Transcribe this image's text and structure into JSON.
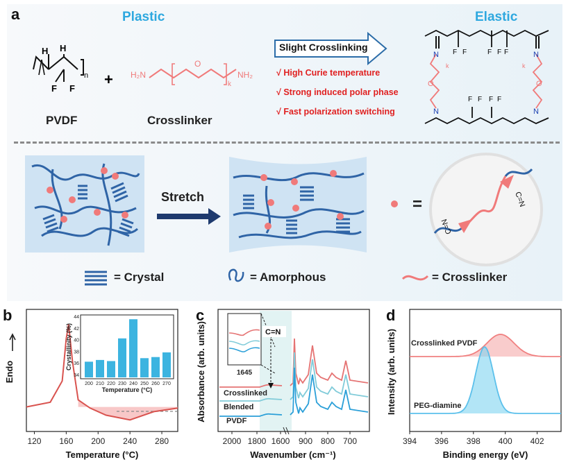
{
  "panel_a": {
    "label": "a",
    "plastic_title": "Plastic",
    "elastic_title": "Elastic",
    "pvdf_label": "PVDF",
    "crosslinker_label": "Crosslinker",
    "plus": "+",
    "arrow_label": "Slight Crosslinking",
    "benefits": [
      "√ High Curie temperature",
      "√ Strong induced polar phase",
      "√ Fast polarization switching"
    ],
    "stretch_label": "Stretch",
    "equals": "=",
    "legend": [
      "= Crystal",
      "= Amorphous",
      "= Crosslinker"
    ],
    "chem": {
      "H": "H",
      "F": "F",
      "n": "n",
      "O": "O",
      "k": "k",
      "N": "N",
      "H2N": "H₂N",
      "NH2": "NH₂",
      "CN": "C=N"
    }
  },
  "panel_b": {
    "label": "b",
    "ylabel": "Endo",
    "xlabel": "Temperature (°C)",
    "xticks": [
      "120",
      "160",
      "200",
      "240",
      "280"
    ],
    "inset": {
      "ylabel": "Crystallinity (%)",
      "xlabel": "Temperature (°C)",
      "yticks": [
        "34",
        "36",
        "38",
        "40",
        "42",
        "44"
      ],
      "categories": [
        "200",
        "210",
        "220",
        "230",
        "240",
        "250",
        "260",
        "270"
      ]
    }
  },
  "panel_c": {
    "label": "c",
    "ylabel": "Absorbance (arb. units)",
    "xlabel": "Wavenumber (cm⁻¹)",
    "xticks": [
      "2000",
      "1800",
      "1600",
      "900",
      "800",
      "700"
    ],
    "annotation": "C=N",
    "inset_label": "1645",
    "series_labels": [
      "Crosslinked",
      "Blended",
      "PVDF"
    ]
  },
  "panel_d": {
    "label": "d",
    "ylabel": "Intensity (arb. units)",
    "xlabel": "Binding energy (eV)",
    "xticks": [
      "394",
      "396",
      "398",
      "400",
      "402"
    ],
    "series_labels": [
      "Crosslinked PVDF",
      "PEG-diamine"
    ]
  },
  "chart_data": [
    {
      "type": "line",
      "xlabel": "Temperature (°C)",
      "ylabel": "Endo",
      "xlim": [
        110,
        300
      ],
      "series": [
        {
          "x": [
            110,
            140,
            155,
            160,
            163,
            168,
            175,
            190,
            210,
            240,
            270,
            300
          ],
          "values": [
            0.1,
            0.3,
            1.2,
            3.0,
            3.6,
            2.0,
            0.4,
            0.05,
            -0.25,
            -0.45,
            -0.1,
            0.05
          ]
        }
      ],
      "colors": [
        "#d9534f"
      ]
    },
    {
      "type": "bar",
      "xlabel": "Temperature (°C)",
      "ylabel": "Crystallinity (%)",
      "categories": [
        "200",
        "210",
        "220",
        "230",
        "240",
        "250",
        "260",
        "270"
      ],
      "values": [
        36.2,
        36.5,
        36.3,
        40.2,
        43.5,
        36.8,
        37.0,
        37.8
      ],
      "ylim": [
        33.5,
        44
      ]
    },
    {
      "type": "line",
      "xlabel": "Wavenumber (cm⁻¹)",
      "ylabel": "Absorbance (arb. units)",
      "series": [
        {
          "name": "Crosslinked"
        },
        {
          "name": "Blended"
        },
        {
          "name": "PVDF"
        }
      ],
      "colors": [
        "#e57373",
        "#80cbd9",
        "#2a9fd8"
      ]
    },
    {
      "type": "area",
      "xlabel": "Binding energy (eV)",
      "ylabel": "Intensity (arb. units)",
      "xlim": [
        394,
        403.5
      ],
      "series": [
        {
          "name": "Crosslinked PVDF",
          "peak": 399.7
        },
        {
          "name": "PEG-diamine",
          "peak": 398.7
        }
      ],
      "colors": [
        "#f08080",
        "#5bc0eb"
      ]
    }
  ]
}
